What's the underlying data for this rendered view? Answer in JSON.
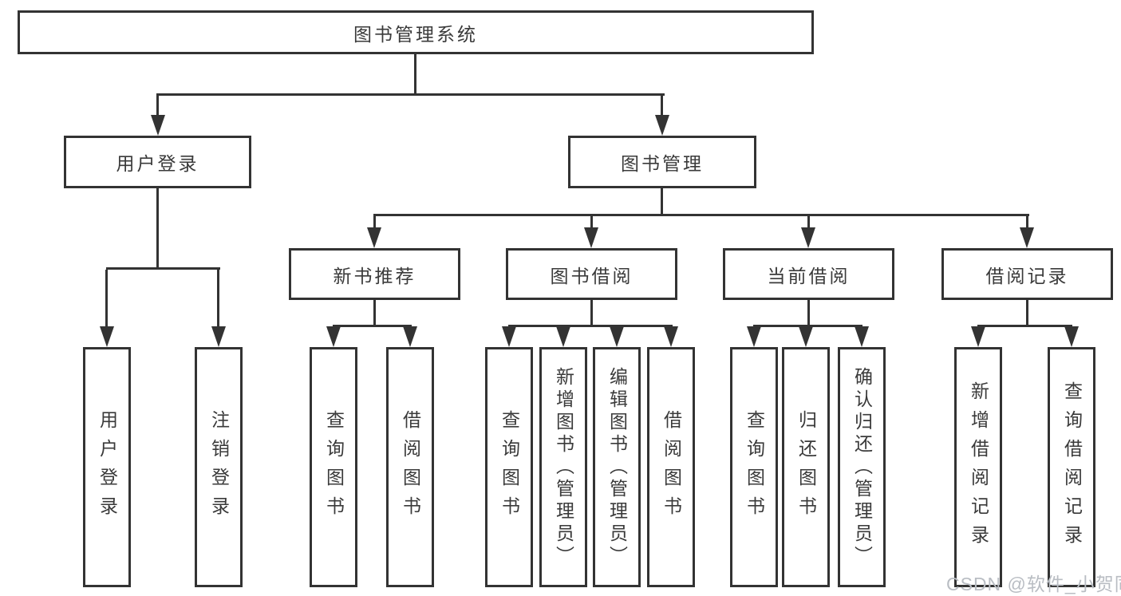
{
  "colors": {
    "line": "#333333",
    "text": "#3a3a3a",
    "background": "#ffffff",
    "watermark": "#b9bdc3"
  },
  "diagram": {
    "type": "hierarchy-tree",
    "root": {
      "label": "图书管理系统",
      "children": [
        {
          "label": "用户登录",
          "children": [
            {
              "label": "用户登录"
            },
            {
              "label": "注销登录"
            }
          ]
        },
        {
          "label": "图书管理",
          "children": [
            {
              "label": "新书推荐",
              "children": [
                {
                  "label": "查询图书"
                },
                {
                  "label": "借阅图书"
                }
              ]
            },
            {
              "label": "图书借阅",
              "children": [
                {
                  "label": "查询图书"
                },
                {
                  "label": "新增图书（管理员）"
                },
                {
                  "label": "编辑图书（管理员）"
                },
                {
                  "label": "借阅图书"
                }
              ]
            },
            {
              "label": "当前借阅",
              "children": [
                {
                  "label": "查询图书"
                },
                {
                  "label": "归还图书"
                },
                {
                  "label": "确认归还（管理员）"
                }
              ]
            },
            {
              "label": "借阅记录",
              "children": [
                {
                  "label": "新增借阅记录"
                },
                {
                  "label": "查询借阅记录"
                }
              ]
            }
          ]
        }
      ]
    }
  },
  "watermark": {
    "text": "CSDN @软件_小贺同学"
  }
}
